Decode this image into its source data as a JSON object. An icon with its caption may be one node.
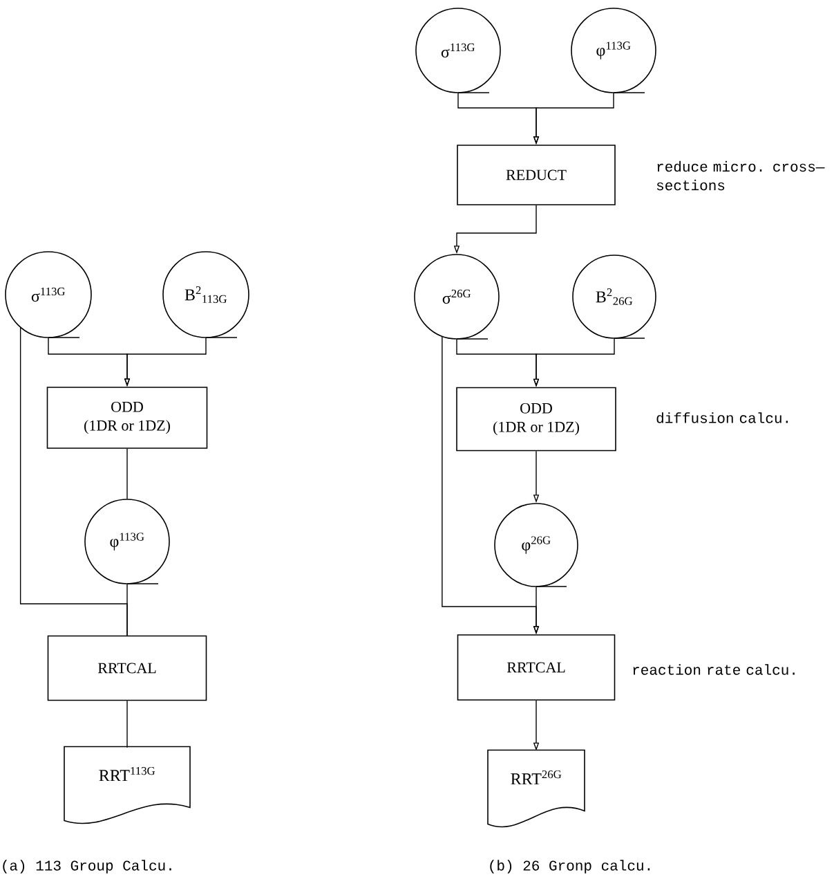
{
  "diagram": {
    "nodes": [
      {
        "text": [
          "σ$^{113G}$"
        ]
      },
      {
        "text": [
          "B$^{2}$$_{113G}$"
        ]
      },
      {
        "text": [
          "ODD",
          "(1DR or 1DZ)"
        ]
      },
      {
        "text": [
          "φ$^{113G}$"
        ]
      },
      {
        "text": [
          "RRTCAL"
        ]
      },
      {
        "text": [
          "RRT$^{113G}$"
        ]
      },
      {
        "text": [
          "σ$^{113G}$"
        ]
      },
      {
        "text": [
          "φ$^{113G}$"
        ]
      },
      {
        "text": [
          "REDUCT"
        ],
        "beside": [
          "reduce micro. cross—sections"
        ]
      },
      {
        "text": [
          "σ$^{26G}$"
        ]
      },
      {
        "text": [
          "B$^{2}$$_{26G}$"
        ]
      },
      {
        "text": [
          "ODD",
          "(1DR or 1DZ)"
        ],
        "beside": [
          "diffusion calcu."
        ]
      },
      {
        "text": [
          "φ$^{26G}$"
        ]
      },
      {
        "text": [
          "RRTCAL"
        ],
        "beside": [
          "reaction rate calcu."
        ]
      },
      {
        "text": [
          "RRT$^{26G}$"
        ]
      }
    ],
    "edges": [
      {
        "from": 0,
        "to": 2,
        "arrow": "to"
      },
      {
        "from": 1,
        "to": 2,
        "arrow": "to"
      },
      {
        "from": 2,
        "to": 3,
        "arrow": "none"
      },
      {
        "from": 0,
        "to": 4,
        "arrow": "none"
      },
      {
        "from": 3,
        "to": 4,
        "arrow": "none"
      },
      {
        "from": 4,
        "to": 5,
        "arrow": "none"
      },
      {
        "from": 6,
        "to": 8,
        "arrow": "to"
      },
      {
        "from": 7,
        "to": 8,
        "arrow": "to"
      },
      {
        "from": 8,
        "to": 9,
        "arrow": "to"
      },
      {
        "from": 9,
        "to": 11,
        "arrow": "to"
      },
      {
        "from": 10,
        "to": 11,
        "arrow": "to"
      },
      {
        "from": 11,
        "to": 12,
        "arrow": "to"
      },
      {
        "from": 9,
        "to": 13,
        "arrow": "to"
      },
      {
        "from": 12,
        "to": 13,
        "arrow": "to"
      },
      {
        "from": 13,
        "to": 14,
        "arrow": "to"
      }
    ],
    "labels": [
      "(a) 113 Group Calcu.",
      "(b) 26 Gronp calcu."
    ]
  }
}
